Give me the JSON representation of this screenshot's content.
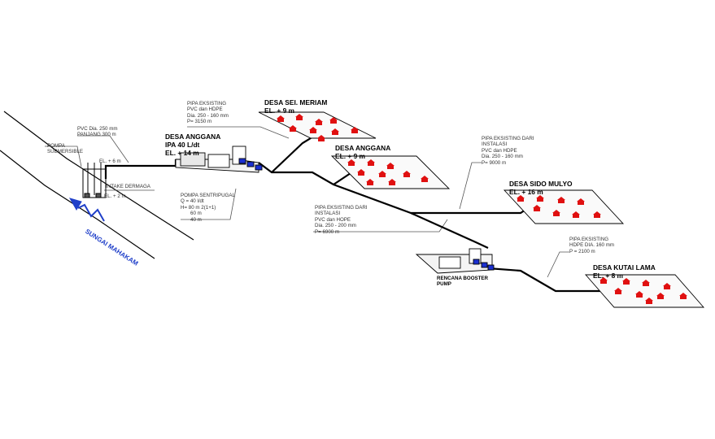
{
  "river": {
    "name": "SUNGAI MAHAKAM"
  },
  "intake": {
    "pump_label": "POMPA SUBMERSIBLE",
    "pipe_label_1": "PVC Dia. 250 mm",
    "pipe_label_2": "PANJANG 300 m",
    "elevation_top": "EL. + 6 m",
    "intake_label": "INTAKE DERMAGA",
    "elevation_bottom": "EL. + 2 m"
  },
  "ipa": {
    "title_1": "DESA ANGGANA",
    "title_2": "IPA 40 L/dt",
    "title_3": "EL. + 14 m",
    "pump_title": "POMPA SENTRIPUGAL",
    "pump_q": "Q = 40 l/dt",
    "pump_h": "H= 80 m 2(1+1)",
    "pump_h2": "60 m",
    "pump_h3": "40 m"
  },
  "pipe_seimeriam": {
    "line1": "PIPA EKSISTING",
    "line2": "PVC dan HDPE",
    "line3": "Dia. 250 - 160 mm",
    "line4": "P= 3150 m"
  },
  "pipe_sidomulyo": {
    "line1": "PIPA EKSISTING DARI",
    "line2": "INSTALASI",
    "line3": "PVC dan HDPE",
    "line4": "Dia. 250 - 160 mm",
    "line5": "P= 9000 m"
  },
  "pipe_booster": {
    "line1": "PIPA EKSISTING DARI",
    "line2": "INSTALASI",
    "line3": "PVC dan HOPE",
    "line4": "Dia. 250 - 200 mm",
    "line5": "P= 6900 m"
  },
  "pipe_kutai": {
    "line1": "PIPA EKSISTING",
    "line2": "HDPE DIA. 160 mm",
    "line3": "P = 2100 m"
  },
  "booster": {
    "label_1": "RENCANA BOOSTER",
    "label_2": "PUMP"
  },
  "villages": [
    {
      "name": "DESA SEI. MERIAM",
      "elevation": "EL. + 9 m"
    },
    {
      "name": "DESA ANGGANA",
      "elevation": "EL. + 9 m"
    },
    {
      "name": "DESA SIDO MULYO",
      "elevation": "EL. + 16 m"
    },
    {
      "name": "DESA KUTAI LAMA",
      "elevation": "EL. + 8 m"
    }
  ],
  "colors": {
    "pipe": "#000000",
    "house": "#e01010",
    "pump": "#1a2fd0",
    "river_arrow": "#1f3fc9",
    "leader": "#555555"
  }
}
